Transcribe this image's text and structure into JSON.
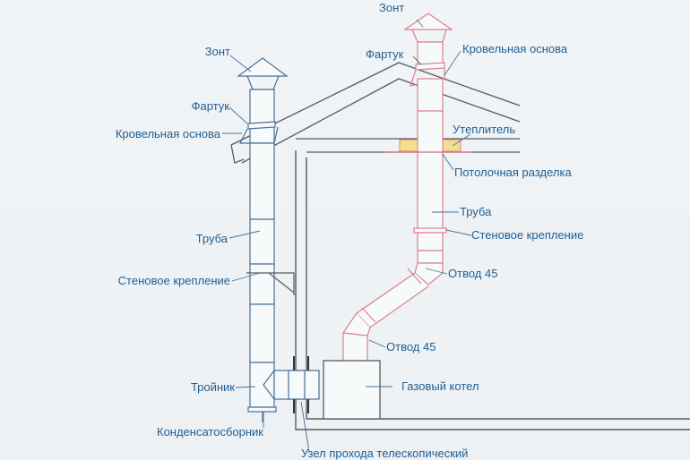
{
  "diagram": {
    "title": "Схема монтажа дымохода газового котла",
    "colors": {
      "background": "#eef2f4",
      "label": "#1f5f95",
      "left_chimney": "#4a6f96",
      "right_chimney": "#d9818a",
      "building": "#555b60",
      "insulation": "#f3de8f"
    },
    "left_chimney_labels": {
      "umbrella": "Зонт",
      "apron": "Фартук",
      "roof_base": "Кровельная основа",
      "pipe": "Труба",
      "wall_mount": "Стеновое крепление",
      "tee": "Тройник",
      "condensate_collector": "Конденсатосборник"
    },
    "right_chimney_labels": {
      "umbrella": "Зонт",
      "apron": "Фартук",
      "roof_base": "Кровельная основа",
      "insulation": "Утеплитель",
      "ceiling_cut": "Потолочная разделка",
      "pipe": "Труба",
      "wall_mount": "Стеновое крепление",
      "elbow_upper": "Отвод 45",
      "elbow_lower": "Отвод 45"
    },
    "common_labels": {
      "gas_boiler": "Газовый котел",
      "telescopic_passage": "Узел прохода телескопический"
    }
  }
}
